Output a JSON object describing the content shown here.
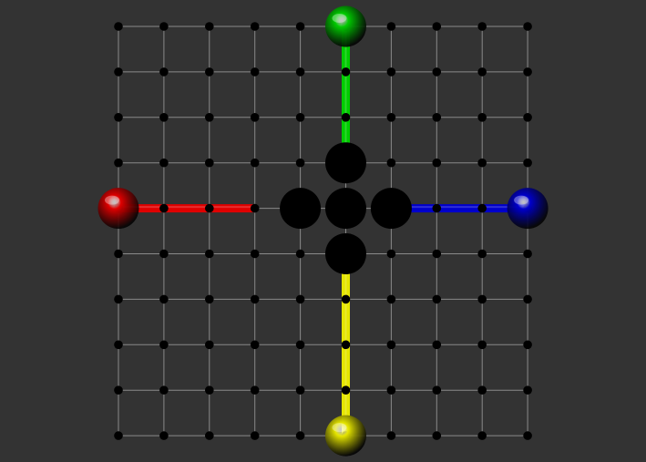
{
  "background_color": "#333333",
  "board": {
    "columns": 10,
    "rows": 10,
    "grid_line_color": "#8a8a8a",
    "node_color": "#000000"
  },
  "players": [
    {
      "id": "red",
      "color": "#e00000",
      "start": [
        0,
        4
      ],
      "path_end": [
        3,
        4
      ]
    },
    {
      "id": "green",
      "color": "#00cc00",
      "start": [
        5,
        0
      ],
      "path_end": [
        5,
        3
      ]
    },
    {
      "id": "blue",
      "color": "#0000cc",
      "start": [
        9,
        4
      ],
      "path_end": [
        6,
        4
      ]
    },
    {
      "id": "yellow",
      "color": "#e6e600",
      "start": [
        5,
        9
      ],
      "path_end": [
        5,
        5
      ]
    }
  ],
  "blockers": [
    [
      5,
      3
    ],
    [
      4,
      4
    ],
    [
      5,
      4
    ],
    [
      6,
      4
    ],
    [
      5,
      5
    ]
  ]
}
